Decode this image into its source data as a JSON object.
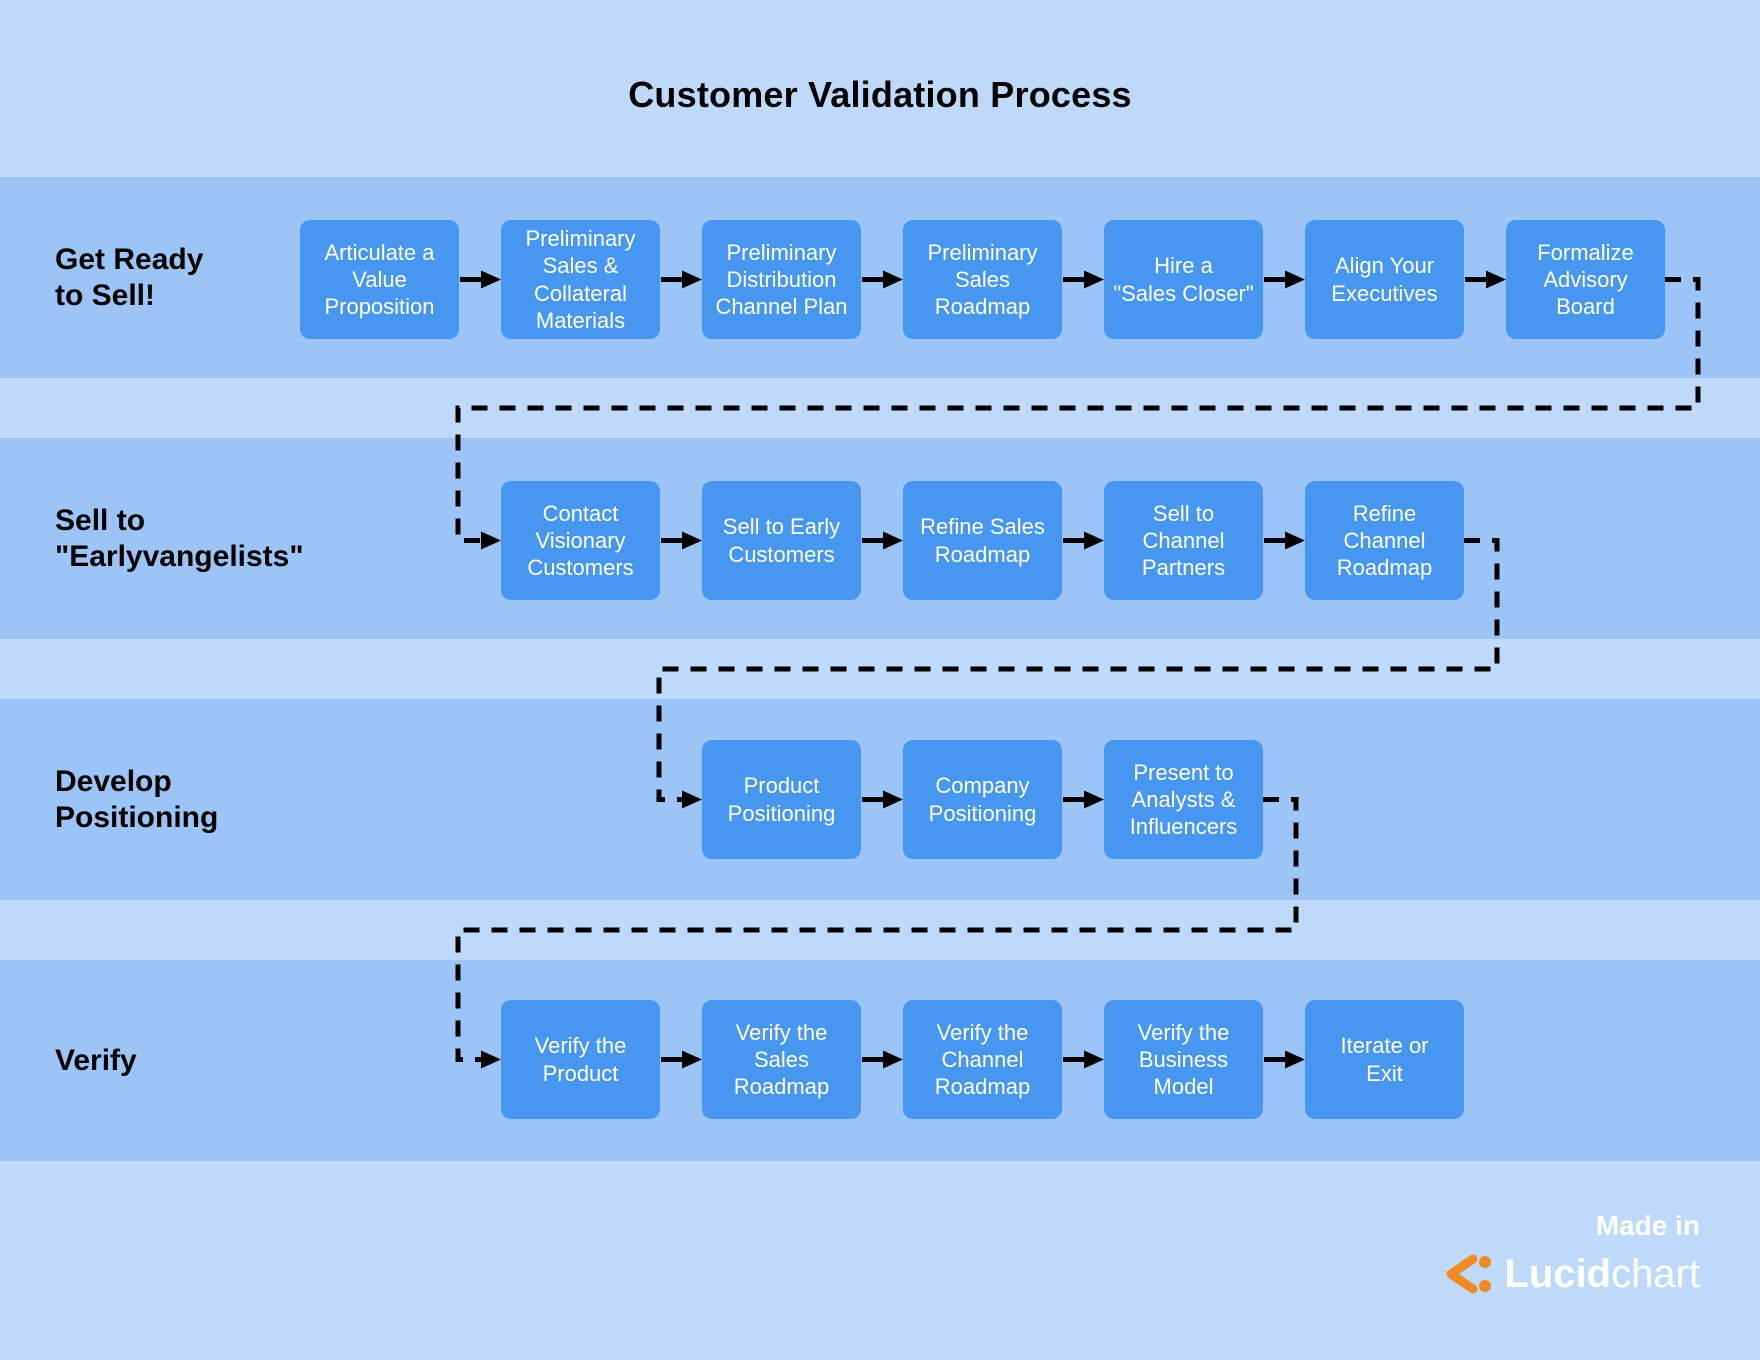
{
  "title": "Customer Validation Process",
  "lanes": [
    {
      "id": "get-ready-to-sell",
      "label": "Get Ready\nto Sell!",
      "steps": [
        {
          "col": 0,
          "label": "Articulate a\nValue\nProposition"
        },
        {
          "col": 1,
          "label": "Preliminary\nSales &\nCollateral\nMaterials"
        },
        {
          "col": 2,
          "label": "Preliminary\nDistribution\nChannel Plan"
        },
        {
          "col": 3,
          "label": "Preliminary\nSales\nRoadmap"
        },
        {
          "col": 4,
          "label": "Hire a\n\"Sales Closer\""
        },
        {
          "col": 5,
          "label": "Align Your\nExecutives"
        },
        {
          "col": 6,
          "label": "Formalize\nAdvisory\nBoard"
        }
      ]
    },
    {
      "id": "sell-to-earlyvangelists",
      "label": "Sell to\n\"Earlyvangelists\"",
      "steps": [
        {
          "col": 1,
          "label": "Contact\nVisionary\nCustomers"
        },
        {
          "col": 2,
          "label": "Sell to Early\nCustomers"
        },
        {
          "col": 3,
          "label": "Refine Sales\nRoadmap"
        },
        {
          "col": 4,
          "label": "Sell to\nChannel\nPartners"
        },
        {
          "col": 5,
          "label": "Refine\nChannel\nRoadmap"
        }
      ]
    },
    {
      "id": "develop-positioning",
      "label": "Develop\nPositioning",
      "steps": [
        {
          "col": 2,
          "label": "Product\nPositioning"
        },
        {
          "col": 3,
          "label": "Company\nPositioning"
        },
        {
          "col": 4,
          "label": "Present to\nAnalysts &\nInfluencers"
        }
      ]
    },
    {
      "id": "verify",
      "label": "Verify",
      "steps": [
        {
          "col": 1,
          "label": "Verify the\nProduct"
        },
        {
          "col": 2,
          "label": "Verify the\nSales\nRoadmap"
        },
        {
          "col": 3,
          "label": "Verify the\nChannel\nRoadmap"
        },
        {
          "col": 4,
          "label": "Verify the\nBusiness\nModel"
        },
        {
          "col": 5,
          "label": "Iterate or\nExit"
        }
      ]
    }
  ],
  "watermark": {
    "made_in": "Made in",
    "brand_bold": "Lucid",
    "brand_light": "chart"
  },
  "colors": {
    "background_light": "#bfd9fb",
    "band_dark": "#9cc4f6",
    "box_fill": "#4797f0",
    "box_text": "#ffffff",
    "label_text": "#000000",
    "connector": "#000000",
    "logo_orange": "#f08a24",
    "logo_text": "#ffffff"
  }
}
